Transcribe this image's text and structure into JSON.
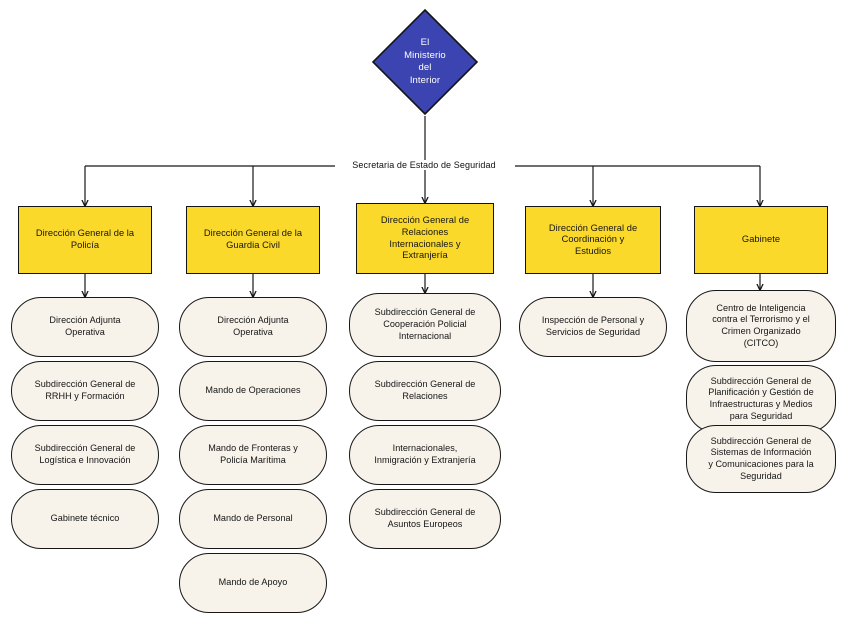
{
  "diagram": {
    "title_node": {
      "label": "El\nMinisterio\ndel\nInterior",
      "shape": "diamond",
      "fill": "#3B44B0",
      "text_color": "#FFFFFF"
    },
    "bus_label": "Secretaria de Estado de Seguridad",
    "colors": {
      "level1_fill": "#FBD92B",
      "level2_fill": "#F7F3EA",
      "line": "#171717",
      "background": "#FFFFFF"
    },
    "columns": [
      {
        "head": "Dirección General de la\nPolicía",
        "children": [
          "Dirección Adjunta\nOperativa",
          "Subdirección General de\nRRHH y Formación",
          "Subdirección General de\nLogística e Innovación",
          "Gabinete técnico"
        ]
      },
      {
        "head": "Dirección General de la\nGuardia Civil",
        "children": [
          "Dirección Adjunta\nOperativa",
          "Mando de Operaciones",
          "Mando de Fronteras y\nPolicía Marítima",
          "Mando de Personal",
          "Mando de Apoyo"
        ]
      },
      {
        "head": "Dirección General de\nRelaciones\nInternacionales y\nExtranjería",
        "children": [
          "Subdirección General de\nCooperación Policial\nInternacional",
          "Subdirección General de\nRelaciones",
          "Internacionales,\nInmigración y Extranjería",
          "Subdirección General de\nAsuntos Europeos"
        ]
      },
      {
        "head": "Dirección General de\nCoordinación y\nEstudios",
        "children": [
          "Inspección de Personal y\nServicios de Seguridad"
        ]
      },
      {
        "head": "Gabinete",
        "children": [
          "Centro de Inteligencia\ncontra el Terrorismo y el\nCrimen Organizado\n(CITCO)",
          "Subdirección General de\nPlanificación y Gestión de\nInfraestructuras y Medios\npara Seguridad",
          "Subdirección General de\nSistemas de Información\ny Comunicaciones para la\nSeguridad"
        ]
      }
    ]
  }
}
